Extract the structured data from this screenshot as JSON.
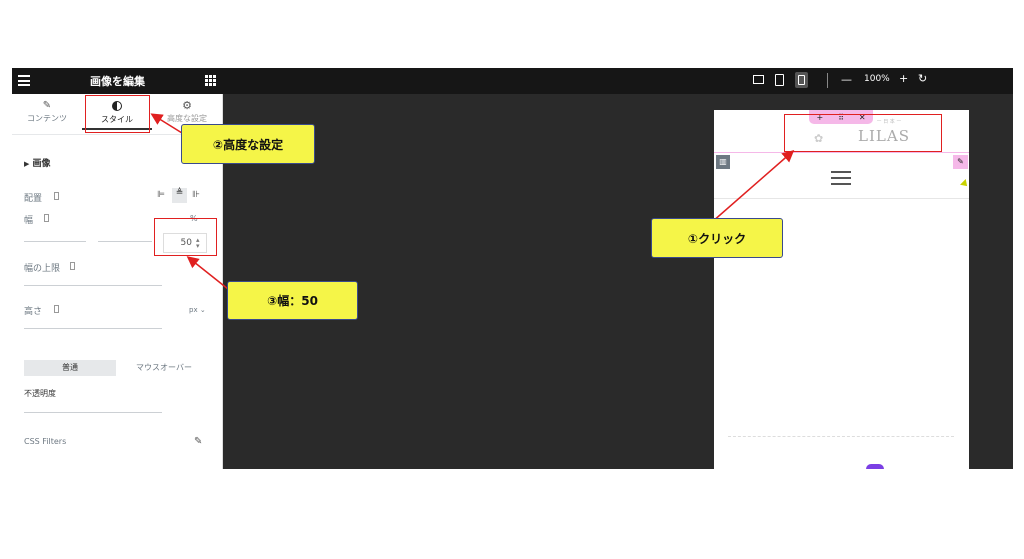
{
  "editor": {
    "title": "画像を編集",
    "tabs": [
      {
        "label": "コンテンツ"
      },
      {
        "label": "スタイル"
      },
      {
        "label": "高度な設定"
      }
    ],
    "section_title": "画像",
    "alignment_label": "配置",
    "width_label": "幅",
    "width_unit": "%",
    "width_value": "50",
    "max_width_label": "幅の上限",
    "height_label": "高さ",
    "height_unit": "px",
    "state_tabs": {
      "normal": "普通",
      "hover": "マウスオーバー"
    },
    "opacity_label": "不透明度",
    "css_filters_label": "CSS Filters"
  },
  "toolbar": {
    "zoom": "100%",
    "minus": "—",
    "plus": "+"
  },
  "preview": {
    "logo_text": "LILAS",
    "logo_sub": "ー 日 本 ー"
  },
  "callouts": {
    "step1": "①クリック",
    "step2": "②高度な設定",
    "step3": "③幅：50"
  },
  "colors": {
    "callout_fill": "#f5f548",
    "annotation_red": "#e02020",
    "accent_pink": "#f5b8e8",
    "accent_purple": "#7b3fe4"
  }
}
